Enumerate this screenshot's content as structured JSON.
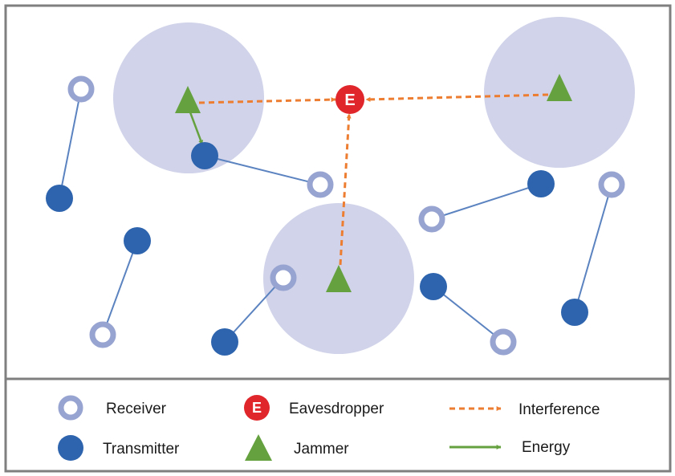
{
  "colors": {
    "frame": "#7f7f7f",
    "coverage": "#d0d3e9",
    "receiver_ring": "#97a3d0",
    "transmitter": "#2e64ad",
    "link": "#5b83c0",
    "jammer": "#65a23f",
    "eavesdropper": "#e0262b",
    "interference": "#ed7d31",
    "energy": "#65a23f"
  },
  "icons": {
    "receiver": "ring-icon",
    "transmitter": "filled-circle-icon",
    "jammer": "triangle-icon",
    "eavesdropper": "circle-letter-icon",
    "interference": "dashed-arrow-icon",
    "energy": "solid-arrow-icon"
  },
  "eavesdropper_letter": "E",
  "legend": {
    "receiver": "Receiver",
    "transmitter": "Transmitter",
    "eavesdropper": "Eavesdropper",
    "jammer": "Jammer",
    "interference": "Interference",
    "energy": "Energy"
  }
}
